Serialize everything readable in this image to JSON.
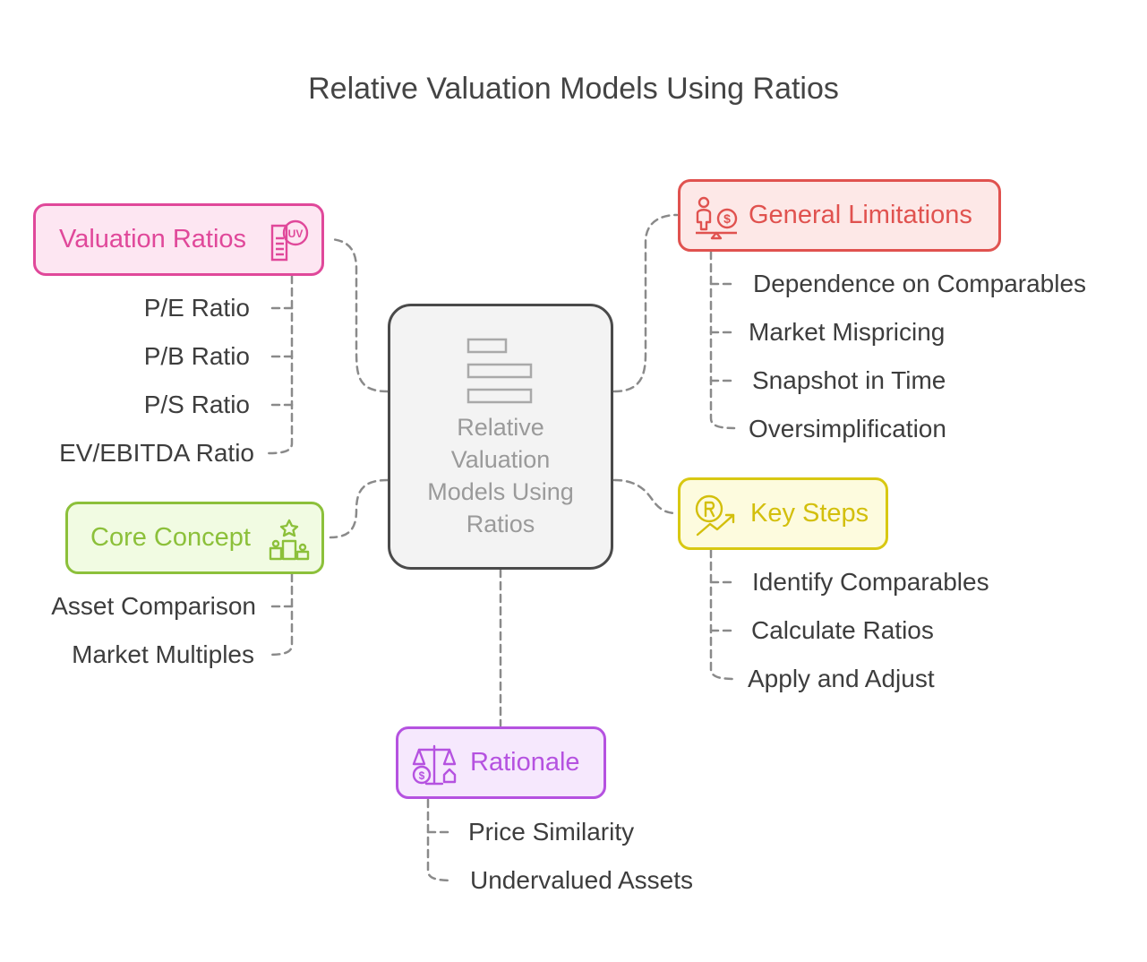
{
  "title": "Relative Valuation Models Using Ratios",
  "center": {
    "label": "Relative Valuation Models Using Ratios",
    "icon": "bars-icon"
  },
  "nodes": {
    "valuation_ratios": {
      "label": "Valuation Ratios",
      "icon": "document-uv-icon",
      "color": "#e0489a",
      "fill": "#fde6f2",
      "items": [
        "P/E Ratio",
        "P/B Ratio",
        "P/S Ratio",
        "EV/EBITDA Ratio"
      ]
    },
    "core_concept": {
      "label": "Core Concept",
      "icon": "podium-star-icon",
      "color": "#8cc03a",
      "fill": "#f1fbe2",
      "items": [
        "Asset Comparison",
        "Market Multiples"
      ]
    },
    "general_limitations": {
      "label": "General Limitations",
      "icon": "person-scale-dollar-icon",
      "color": "#e0524f",
      "fill": "#fde8e7",
      "items": [
        "Dependence on Comparables",
        "Market Mispricing",
        "Snapshot in Time",
        "Oversimplification"
      ]
    },
    "key_steps": {
      "label": "Key Steps",
      "icon": "coin-trend-icon",
      "color": "#d8c812",
      "fill": "#fdfbde",
      "items": [
        "Identify Comparables",
        "Calculate Ratios",
        "Apply and Adjust"
      ]
    },
    "rationale": {
      "label": "Rationale",
      "icon": "balance-scale-icon",
      "color": "#b552e0",
      "fill": "#f6e8fd",
      "items": [
        "Price Similarity",
        "Undervalued Assets"
      ]
    }
  }
}
